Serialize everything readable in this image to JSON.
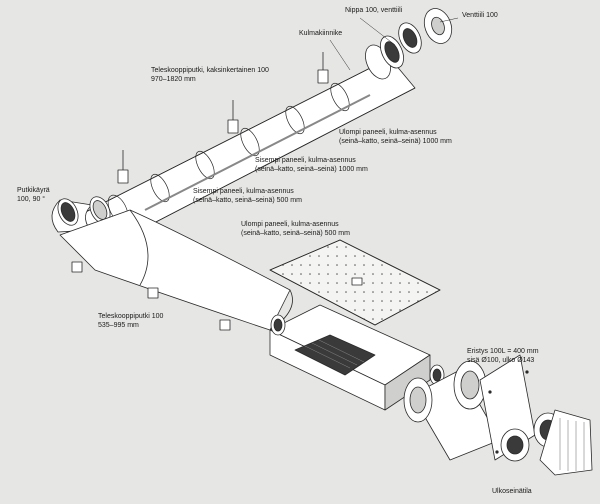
{
  "labels": {
    "venttiili": {
      "line1": "Venttiili 100"
    },
    "nippa": {
      "line1": "Nippa 100, venttiili"
    },
    "kulmakiinnike": {
      "line1": "Kulmakiinnike"
    },
    "teleskooppi_double": {
      "line1": "Teleskooppiputki, kaksinkertainen 100",
      "line2": "970–1820 mm"
    },
    "ulompi_1000": {
      "line1": "Ulompi paneeli, kulma-asennus",
      "line2": "(seinä–katto, seinä–seinä) 1000 mm"
    },
    "sisempi_1000": {
      "line1": "Sisempi paneeli, kulma-asennus",
      "line2": "(seinä–katto, seinä–seinä) 1000 mm"
    },
    "putkikayra": {
      "line1": "Putkikäyrä",
      "line2": "100, 90 °"
    },
    "sisempi_500": {
      "line1": "Sisempi paneeli, kulma-asennus",
      "line2": "(seinä–katto, seinä–seinä) 500 mm"
    },
    "ulompi_500": {
      "line1": "Ulompi paneeli, kulma-asennus",
      "line2": "(seinä–katto, seinä–seinä) 500 mm"
    },
    "teleskooppi_100": {
      "line1": "Teleskooppiputki 100",
      "line2": "535–995 mm"
    },
    "eristys": {
      "line1": "Eristys 100L = 400 mm",
      "line2": "sisä Ø100, ulko Ø143"
    },
    "ulkoseinatila": {
      "line1": "Ulkoseinätila"
    }
  },
  "colors": {
    "background": "#e6e6e4",
    "line": "#2a2a2a",
    "fill": "#ffffff",
    "shade": "#cfcfcd",
    "dark": "#3a3a3a"
  }
}
